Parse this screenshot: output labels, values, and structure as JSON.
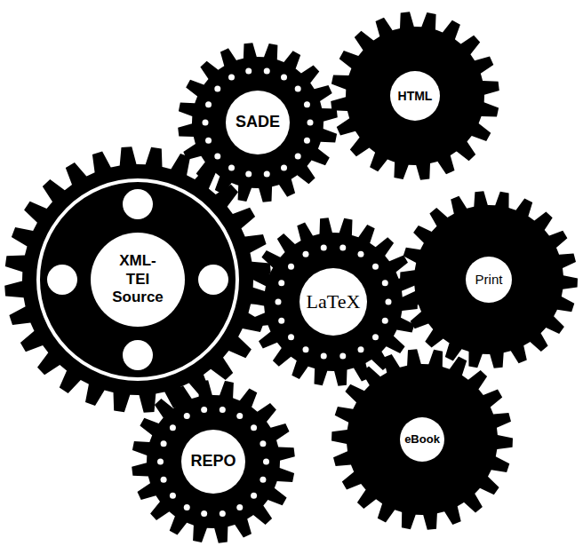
{
  "diagram": {
    "nodes": [
      {
        "text": [
          "SADE"
        ]
      },
      {
        "text": [
          "HTML"
        ]
      },
      {
        "text": [
          "XML- TEI Source"
        ]
      },
      {
        "text": [
          "LaTeX"
        ]
      },
      {
        "text": [
          "Print"
        ]
      },
      {
        "text": [
          "REPO"
        ]
      },
      {
        "text": [
          "eBook"
        ]
      }
    ]
  }
}
